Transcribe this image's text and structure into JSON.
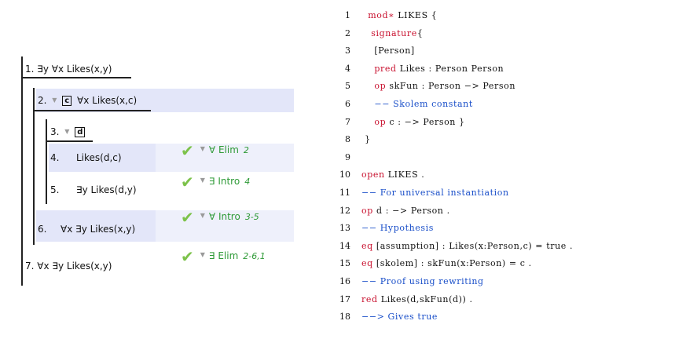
{
  "proof": {
    "lines": [
      {
        "num": "1.",
        "formula": "∃y ∀x Likes(x,y)"
      },
      {
        "num": "2.",
        "box": "c",
        "formula": "∀x Likes(x,c)"
      },
      {
        "num": "3.",
        "box": "d",
        "formula": ""
      },
      {
        "num": "4.",
        "formula": "Likes(d,c)",
        "rule": "∀ Elim",
        "ref": "2"
      },
      {
        "num": "5.",
        "formula": "∃y Likes(d,y)",
        "rule": "∃ Intro",
        "ref": "4"
      },
      {
        "num": "6.",
        "formula": "∀x ∃y Likes(x,y)",
        "rule": "∀ Intro",
        "ref": "3-5"
      },
      {
        "num": "7.",
        "formula": "∀x ∃y Likes(x,y)",
        "rule": "∃ Elim",
        "ref": "2-6,1"
      }
    ]
  },
  "code": {
    "lines": [
      {
        "n": "1",
        "segs": [
          {
            "t": "  mod∗",
            "c": "kw"
          },
          {
            "t": " LIKES {",
            "c": ""
          }
        ]
      },
      {
        "n": "2",
        "segs": [
          {
            "t": "   signature",
            "c": "kw"
          },
          {
            "t": "{",
            "c": ""
          }
        ]
      },
      {
        "n": "3",
        "segs": [
          {
            "t": "    [Person]",
            "c": ""
          }
        ]
      },
      {
        "n": "4",
        "segs": [
          {
            "t": "    pred",
            "c": "kw"
          },
          {
            "t": " Likes : Person Person",
            "c": ""
          }
        ]
      },
      {
        "n": "5",
        "segs": [
          {
            "t": "    op",
            "c": "kw"
          },
          {
            "t": " skFun : Person −> Person",
            "c": ""
          }
        ]
      },
      {
        "n": "6",
        "segs": [
          {
            "t": "    −− Skolem constant",
            "c": "cm"
          }
        ]
      },
      {
        "n": "7",
        "segs": [
          {
            "t": "    op",
            "c": "kw"
          },
          {
            "t": " c : −> Person }",
            "c": ""
          }
        ]
      },
      {
        "n": "8",
        "segs": [
          {
            "t": " }",
            "c": ""
          }
        ]
      },
      {
        "n": "9",
        "segs": []
      },
      {
        "n": "10",
        "segs": [
          {
            "t": "open",
            "c": "kw"
          },
          {
            "t": " LIKES .",
            "c": ""
          }
        ]
      },
      {
        "n": "11",
        "segs": [
          {
            "t": "−− For universal instantiation",
            "c": "cm"
          }
        ]
      },
      {
        "n": "12",
        "segs": [
          {
            "t": "op",
            "c": "kw"
          },
          {
            "t": " d : −> Person .",
            "c": ""
          }
        ]
      },
      {
        "n": "13",
        "segs": [
          {
            "t": "−− Hypothesis",
            "c": "cm"
          }
        ]
      },
      {
        "n": "14",
        "segs": [
          {
            "t": "eq",
            "c": "kw"
          },
          {
            "t": " [assumption] : Likes(x:Person,c) = true .",
            "c": ""
          }
        ]
      },
      {
        "n": "15",
        "segs": [
          {
            "t": "eq",
            "c": "kw"
          },
          {
            "t": " [skolem] : skFun(x:Person) = c .",
            "c": ""
          }
        ]
      },
      {
        "n": "16",
        "segs": [
          {
            "t": "−− Proof using rewriting",
            "c": "cm"
          }
        ]
      },
      {
        "n": "17",
        "segs": [
          {
            "t": "red",
            "c": "kw"
          },
          {
            "t": " Likes(d,skFun(d)) .",
            "c": ""
          }
        ]
      },
      {
        "n": "18",
        "segs": [
          {
            "t": "−−> Gives true",
            "c": "cm"
          }
        ]
      }
    ]
  }
}
